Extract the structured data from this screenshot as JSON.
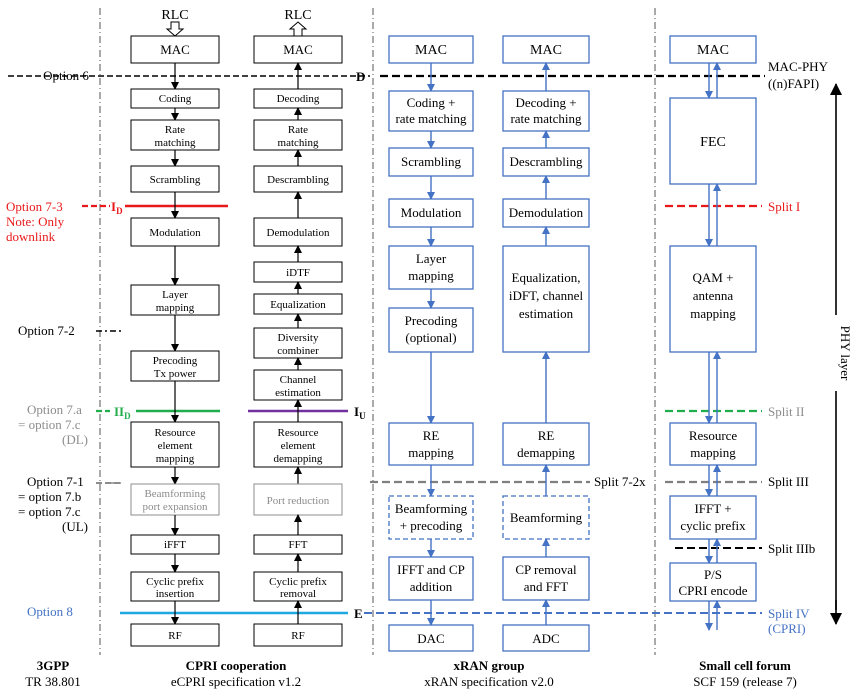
{
  "chart_data": {
    "type": "block-diagram",
    "columns": [
      "3GPP",
      "CPRI cooperation",
      "xRAN group",
      "Small cell forum"
    ]
  },
  "g3pp": {
    "title": "3GPP",
    "subtitle": "TR 38.801",
    "options": {
      "opt6": "Option 6",
      "opt73_line1": "Option 7-3",
      "opt73_line2": "Note: Only",
      "opt73_line3": "downlink",
      "opt72": "Option 7-2",
      "opt7a_line1": "Option 7.a",
      "opt7a_line2": "= option 7.c",
      "opt7a_line3": "(DL)",
      "opt71_line1": "Option 7-1",
      "opt71_line2": "= option 7.b",
      "opt71_line3": "= option 7.c",
      "opt71_line4": "(UL)",
      "opt8": "Option 8"
    }
  },
  "cpri": {
    "title": "CPRI cooperation",
    "subtitle": "eCPRI specification v1.2",
    "rlc": "RLC",
    "dl": {
      "mac": "MAC",
      "coding": "Coding",
      "rate1": "Rate",
      "rate2": "matching",
      "scrambling": "Scrambling",
      "modulation": "Modulation",
      "layer1": "Layer",
      "layer2": "mapping",
      "prec1": "Precoding",
      "prec2": "Tx power",
      "re1": "Resource",
      "re2": "element",
      "re3": "mapping",
      "bf1": "Beamforming",
      "bf2": "port expansion",
      "ifft": "iFFT",
      "cp1": "Cyclic prefix",
      "cp2": "insertion",
      "rf": "RF"
    },
    "ul": {
      "mac": "MAC",
      "decoding": "Decoding",
      "rate1": "Rate",
      "rate2": "matching",
      "descrambling": "Descrambling",
      "demodulation": "Demodulation",
      "idtf": "iDTF",
      "equalization": "Equalization",
      "div1": "Diversity",
      "div2": "combiner",
      "ch1": "Channel",
      "ch2": "estimation",
      "re1": "Resource",
      "re2": "element",
      "re3": "demapping",
      "port": "Port reduction",
      "fft": "FFT",
      "cp1": "Cyclic prefix",
      "cp2": "removal",
      "rf": "RF"
    },
    "split_labels": {
      "d": "D",
      "id_main": "I",
      "id_sub": "D",
      "iid_main": "II",
      "iid_sub": "D",
      "iu_main": "I",
      "iu_sub": "U",
      "e": "E"
    }
  },
  "xran": {
    "title": "xRAN group",
    "subtitle": "xRAN specification v2.0",
    "split_72x": "Split 7-2x",
    "dl": {
      "mac": "MAC",
      "coding1": "Coding +",
      "coding2": "rate matching",
      "scrambling": "Scrambling",
      "modulation": "Modulation",
      "layer1": "Layer",
      "layer2": "mapping",
      "prec1": "Precoding",
      "prec2": "(optional)",
      "re1": "RE",
      "re2": "mapping",
      "bf1": "Beamforming",
      "bf2": "+ precoding",
      "ifft1": "IFFT and CP",
      "ifft2": "addition",
      "dac": "DAC"
    },
    "ul": {
      "mac": "MAC",
      "decoding1": "Decoding +",
      "decoding2": "rate matching",
      "descrambling": "Descrambling",
      "demodulation": "Demodulation",
      "eq1": "Equalization,",
      "eq2": "iDFT, channel",
      "eq3": "estimation",
      "re1": "RE",
      "re2": "demapping",
      "bf": "Beamforming",
      "cp1": "CP removal",
      "cp2": "and FFT",
      "adc": "ADC"
    }
  },
  "scf": {
    "title": "Small cell forum",
    "subtitle": "SCF 159 (release 7)",
    "blocks": {
      "mac": "MAC",
      "fec": "FEC",
      "qam1": "QAM +",
      "qam2": "antenna",
      "qam3": "mapping",
      "res1": "Resource",
      "res2": "mapping",
      "ifft1": "IFFT +",
      "ifft2": "cyclic prefix",
      "ps1": "P/S",
      "ps2": "CPRI encode"
    },
    "splits": {
      "macphy1": "MAC-PHY",
      "macphy2": "((n)FAPI)",
      "split1": "Split I",
      "split2": "Split II",
      "split3": "Split III",
      "split3b": "Split IIIb",
      "split4_1": "Split IV",
      "split4_2": "(CPRI)"
    },
    "phy_layer": "PHY layer"
  },
  "colors": {
    "split_red": "#e8191a",
    "split_green": "#21ad4c",
    "split_purple": "#7030a0",
    "split_cyan": "#1fa8e0",
    "split_blue": "#4472c4",
    "split_gray": "#8c8c8c",
    "block_blue": "#4472c4"
  }
}
